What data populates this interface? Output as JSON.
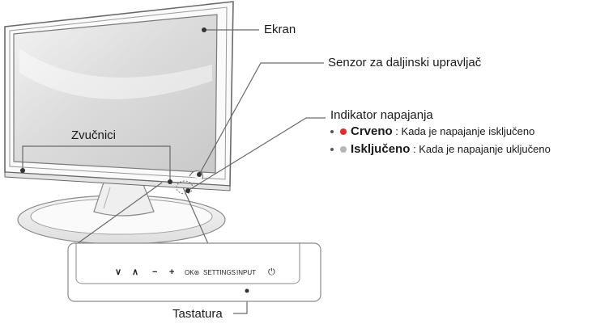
{
  "labels": {
    "screen": "Ekran",
    "remote_sensor": "Senzor za daljinski upravljač",
    "power_indicator": "Indikator napajanja",
    "speakers": "Zvučnici",
    "keypad": "Tastatura"
  },
  "indicator_states": [
    {
      "term": "Crveno",
      "desc": "Kada je napajanje isključeno",
      "color": "#e32b2b"
    },
    {
      "term": "Isključeno",
      "desc": "Kada je napajanje uključeno",
      "color": "#b5b5b5"
    }
  ],
  "keypad_buttons": {
    "down": "∨",
    "up": "∧",
    "minus": "−",
    "plus": "+",
    "ok": "OK⊛",
    "settings": "SETTINGS",
    "input": "INPUT",
    "power": "⏻"
  },
  "colors": {
    "line": "#6a6a6a",
    "bezel": "#8a8a8a"
  }
}
